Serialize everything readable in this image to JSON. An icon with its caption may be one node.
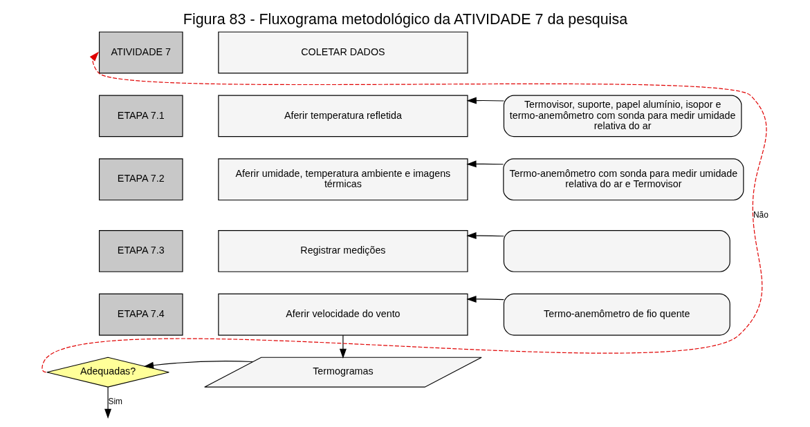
{
  "diagram": {
    "title": "Figura 83 - Fluxograma metodológico da ATIVIDADE 7 da pesquisa",
    "nodes": [
      {
        "text": [
          "ATIVIDADE 7"
        ]
      },
      {
        "text": [
          "COLETAR DADOS"
        ]
      },
      {
        "text": [
          "ETAPA 7.1"
        ]
      },
      {
        "text": [
          "Aferir temperatura refletida"
        ]
      },
      {
        "text": [
          "ETAPA 7.2"
        ]
      },
      {
        "text": [
          "Aferir umidade, temperatura ambiente e imagens térmicas"
        ]
      },
      {
        "text": [
          "ETAPA 7.3"
        ]
      },
      {
        "text": [
          "Registrar medições"
        ]
      },
      {
        "text": [
          "ETAPA 7.4"
        ]
      },
      {
        "text": [
          "Aferir velocidade do vento"
        ]
      },
      {
        "text": [
          "Termovisor, suporte, papel alumínio, isopor e termo-anemômetro com sonda para medir umidade relativa do ar"
        ]
      },
      {
        "text": [
          "Termo-anemômetro com sonda para medir umidade relativa do ar e Termovisor"
        ]
      },
      {
        "text": [],
        "shape": "box"
      },
      {
        "text": [
          "Termo-anemômetro de fio quente"
        ]
      },
      {
        "text": [
          "Termogramas"
        ]
      },
      {
        "text": [
          "Adequadas?"
        ]
      }
    ],
    "edges": [
      {
        "from": 10,
        "to": 3,
        "arrow": "to"
      },
      {
        "from": 11,
        "to": 5,
        "arrow": "to"
      },
      {
        "from": 12,
        "to": 7,
        "arrow": "to"
      },
      {
        "from": 13,
        "to": 9,
        "arrow": "to"
      },
      {
        "from": 9,
        "to": 14,
        "arrow": "to"
      },
      {
        "from": 14,
        "to": 15,
        "arrow": "to"
      },
      {
        "from": 15,
        "to": 0,
        "arrow": "to",
        "label": "Não",
        "style": "dashed",
        "color": "#e00000"
      },
      {
        "from": 15,
        "to": null,
        "arrow": "to",
        "label": "Sim"
      }
    ]
  }
}
